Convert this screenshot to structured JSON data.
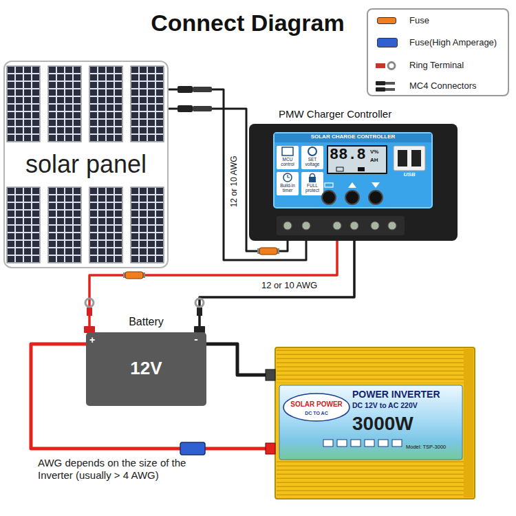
{
  "diagram": {
    "title": "Connect Diagram",
    "nodes": [
      {
        "text": [
          "solar panel"
        ]
      },
      {
        "text": [
          "PMW Charger Controller",
          "SOLAR CHARGE CONTROLLER"
        ]
      },
      {
        "text": [
          "MCU control"
        ],
        "in": 1
      },
      {
        "text": [
          "SET voltage"
        ],
        "in": 1
      },
      {
        "text": [
          "88.8",
          "V%",
          "AH"
        ],
        "in": 1
      },
      {
        "text": [
          "USB"
        ],
        "in": 1
      },
      {
        "text": [
          "Build-in timer"
        ],
        "in": 1
      },
      {
        "text": [
          "FULL protect"
        ],
        "in": 1
      },
      {
        "text": [
          "Battery",
          "12V"
        ]
      },
      {
        "text": [
          "POWER INVERTER",
          "DC 12V to AC 220V",
          "3000W",
          "SOLAR POWER",
          "DC TO AC",
          "Model: TSP-3000"
        ]
      }
    ],
    "edges": [
      {
        "from": 0,
        "to": 1,
        "arrow": "none"
      },
      {
        "from": 0,
        "to": 1,
        "arrow": "none"
      },
      {
        "from": 1,
        "to": 8,
        "arrow": "none"
      },
      {
        "from": 1,
        "to": 8,
        "arrow": "none"
      },
      {
        "from": 8,
        "to": 9,
        "arrow": "none"
      },
      {
        "from": 8,
        "to": 9,
        "arrow": "none"
      }
    ],
    "labels": [
      "12 or 10 AWG",
      "12 or 10 AWG",
      "AWG depends on the size of the Inverter (usually > 4 AWG)",
      "+",
      "-"
    ],
    "legend": [
      {
        "text": "Fuse",
        "color": "#f07d1e"
      },
      {
        "text": "Fuse(High Amperage)",
        "color": "#2f5fd0"
      },
      {
        "text": "Ring Terminal"
      },
      {
        "text": "MC4 Connectors"
      }
    ]
  }
}
